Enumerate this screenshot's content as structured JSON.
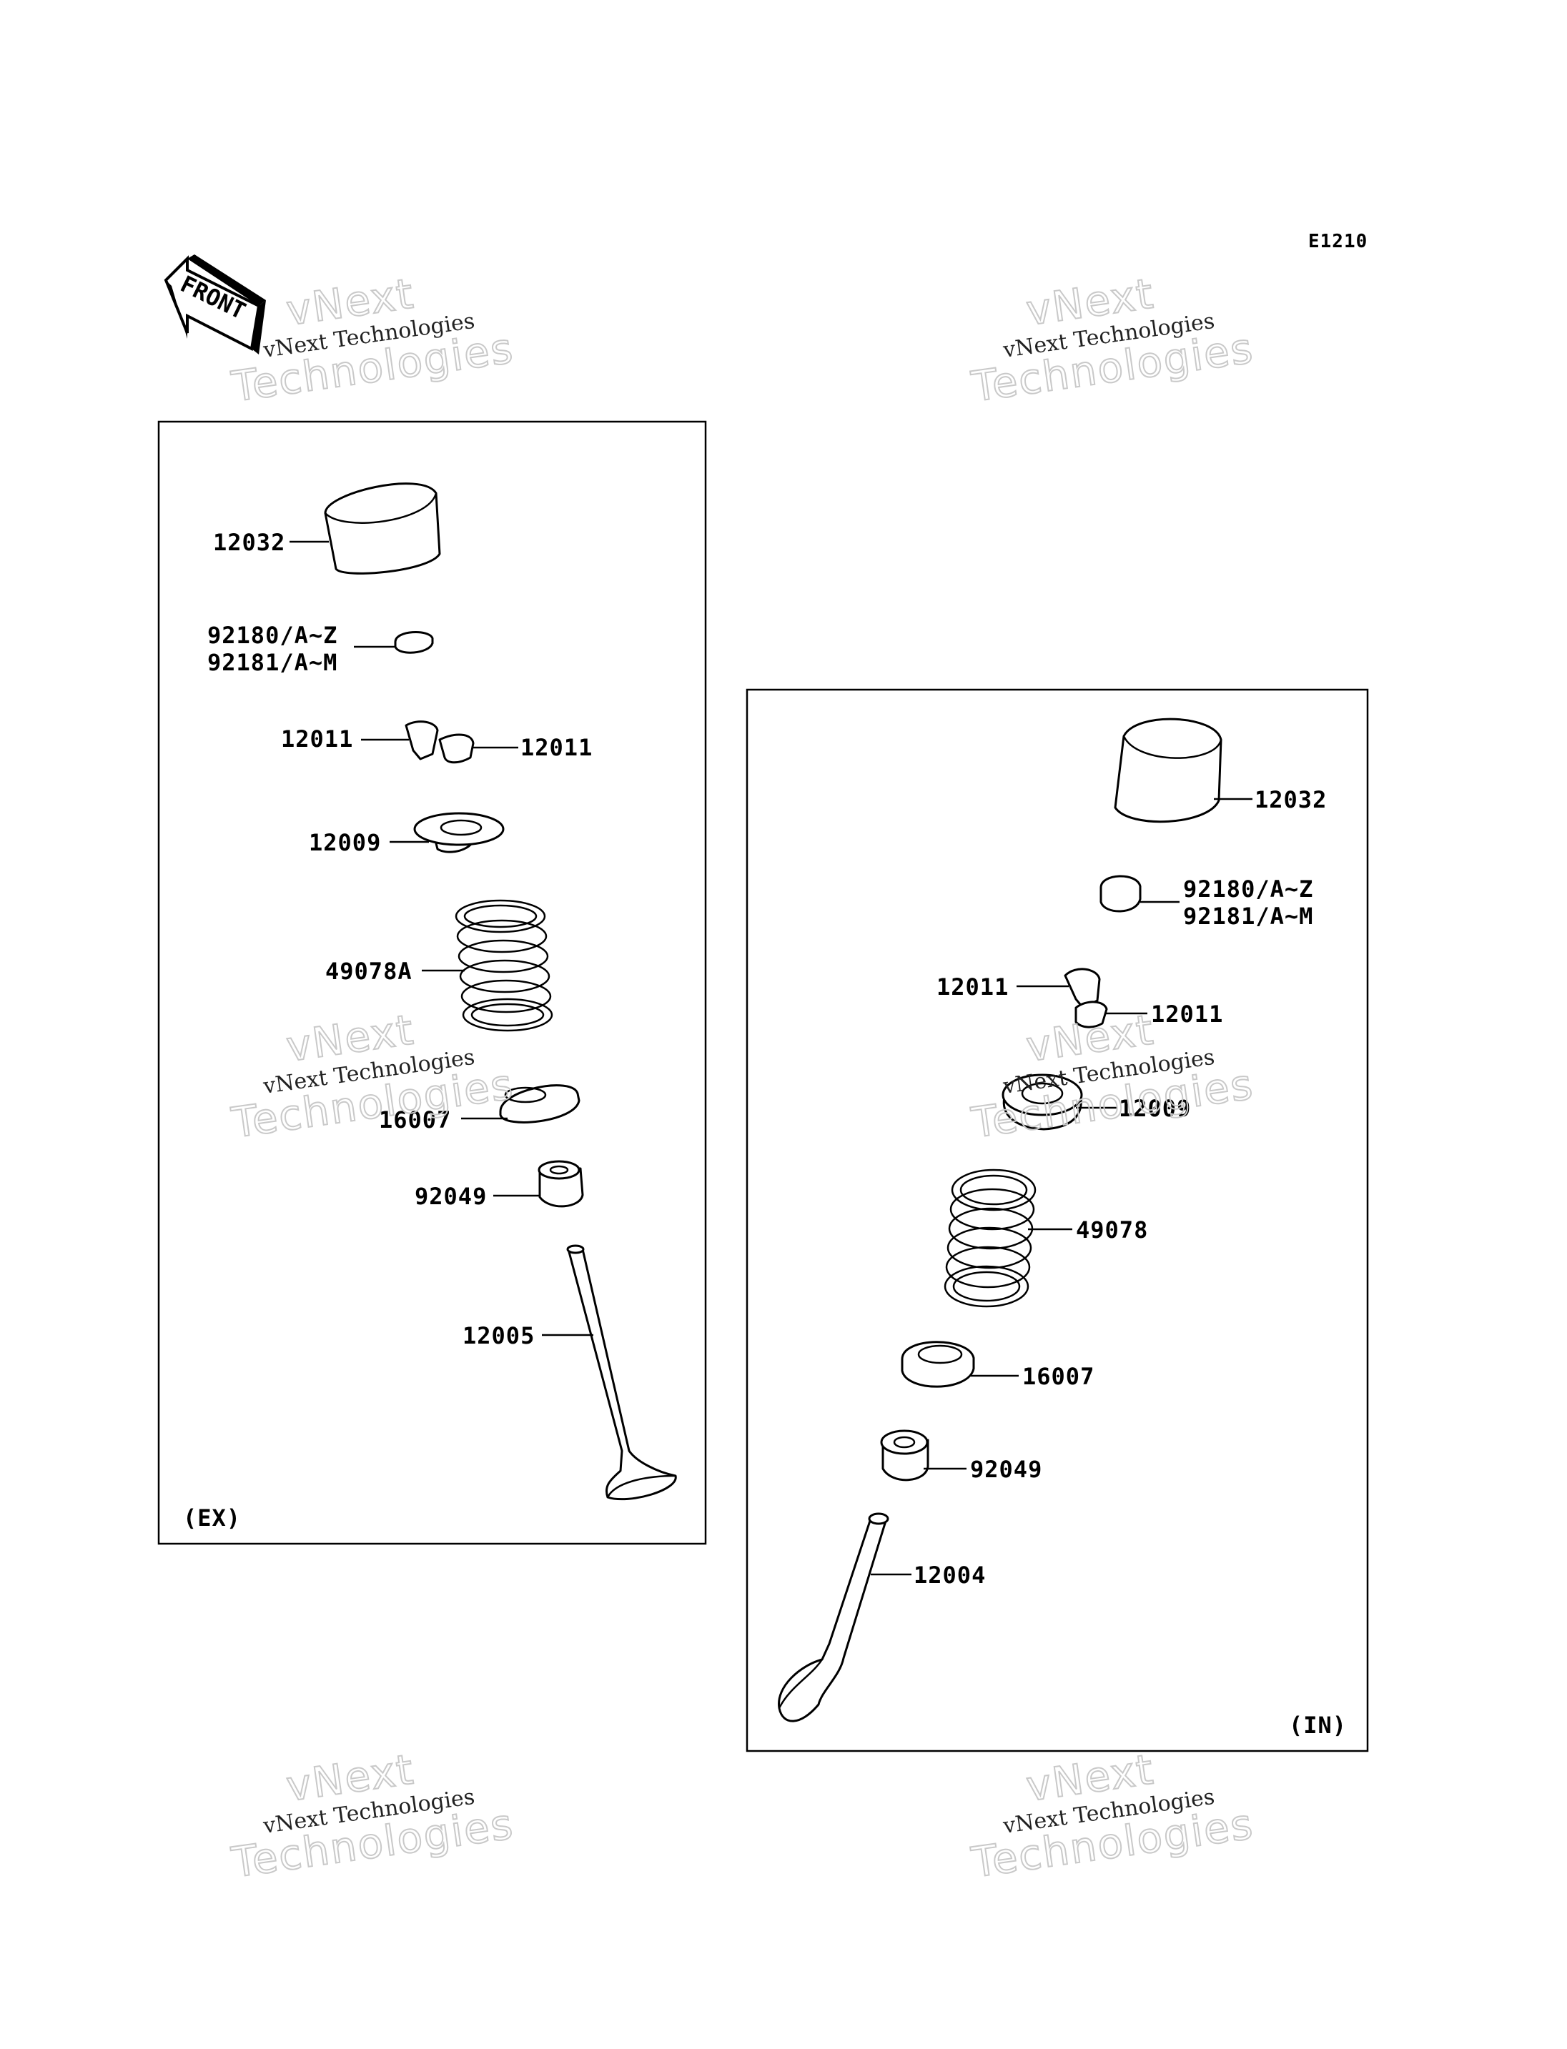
{
  "diagram": {
    "ref_code": "E1210",
    "front_label": "FRONT",
    "watermark": {
      "line1": "vNext Technologies",
      "line2": "vNext",
      "line3": "Technologies"
    },
    "panels": {
      "exhaust": {
        "tag": "(EX)",
        "labels": {
          "tappet": "12032",
          "shim_a": "92180/A~Z",
          "shim_b": "92181/A~M",
          "keeper_left": "12011",
          "keeper_right": "12011",
          "retainer": "12009",
          "spring": "49078A",
          "spring_seat": "16007",
          "stem_seal": "92049",
          "valve": "12005"
        }
      },
      "intake": {
        "tag": "(IN)",
        "labels": {
          "tappet": "12032",
          "shim_a": "92180/A~Z",
          "shim_b": "92181/A~M",
          "keeper_left": "12011",
          "keeper_right": "12011",
          "retainer": "12009",
          "spring": "49078",
          "spring_seat": "16007",
          "stem_seal": "92049",
          "valve": "12004"
        }
      }
    }
  }
}
